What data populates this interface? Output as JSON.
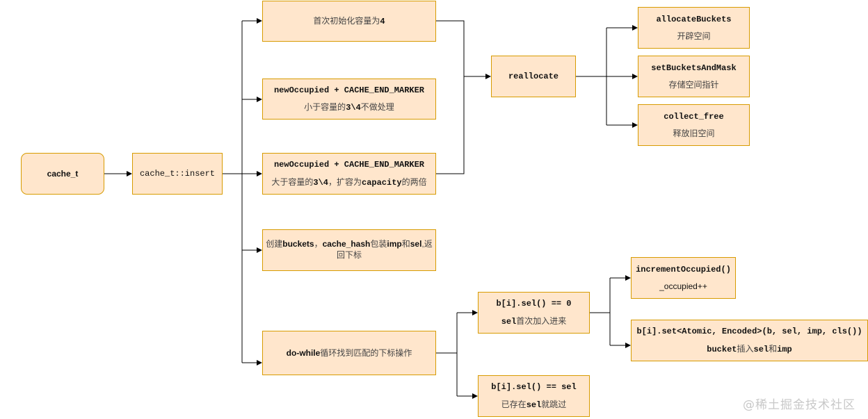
{
  "nodes": {
    "cache_t": "cache_t",
    "insert": "cache_t::insert",
    "init": {
      "text": "首次初始化容量为",
      "value": "4"
    },
    "under_line1": "newOccupied + CACHE_END_MARKER",
    "under_line2": {
      "pre": "小于容量的",
      "ratio": "3\\4",
      "post": "不做处理"
    },
    "over_line1": "newOccupied + CACHE_END_MARKER",
    "over_line2": {
      "pre": "大于容量的",
      "ratio": "3\\4",
      "mid": "，扩容为",
      "cap": "capacity",
      "post": "的两倍"
    },
    "create": {
      "p1": "创建",
      "b1": "buckets",
      "p2": "，",
      "b2": "cache_hash",
      "p3": "包装",
      "b3": "imp",
      "p4": "和",
      "b4": "sel",
      "p5": ",返回下标"
    },
    "dowhile": {
      "b": "do-while",
      "p": "循环找到匹配的下标操作"
    },
    "reallocate": "reallocate",
    "alloc_title": "allocateBuckets",
    "alloc_desc": "开辟空间",
    "setb_title": "setBucketsAndMask",
    "setb_desc": "存储空间指针",
    "collect_title": "collect_free",
    "collect_desc": "释放旧空间",
    "eq0_title": "b[i].sel() == 0",
    "eq0_desc": {
      "code": "sel",
      "text": "首次加入进来"
    },
    "eqsel_title": "b[i].sel() == sel",
    "eqsel_desc": {
      "pre": "已存在",
      "code": "sel",
      "post": "就跳过"
    },
    "inc_title": "incrementOccupied()",
    "inc_desc": "_occupied++",
    "set_title": "b[i].set<Atomic, Encoded>(b, sel, imp, cls())",
    "set_desc": {
      "pre": "bucket",
      "mid": "插入",
      "code1": "sel",
      "and": "和",
      "code2": "imp"
    }
  },
  "watermark": "@稀土掘金技术社区",
  "colors": {
    "fill": "#ffe6cc",
    "stroke": "#d79b00",
    "edge": "#000000"
  }
}
